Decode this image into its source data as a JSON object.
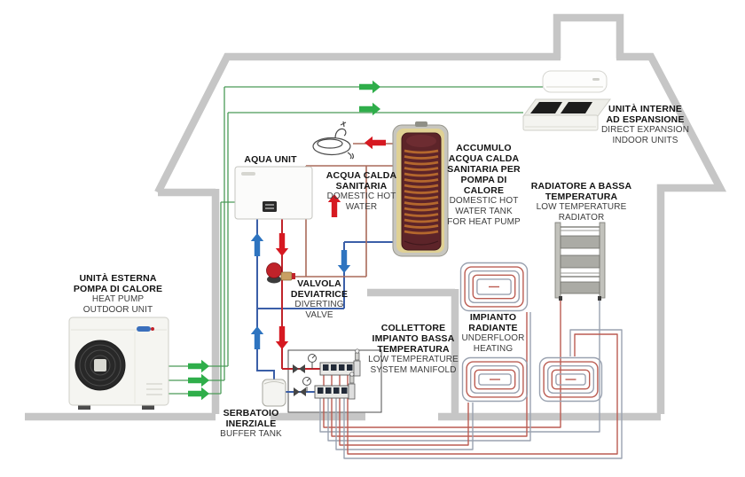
{
  "diagram_type": "heat-pump-system-schematic",
  "labels": {
    "outdoor_unit": {
      "it": [
        "UNITÀ ESTERNA",
        "POMPA DI CALORE"
      ],
      "en": [
        "HEAT PUMP",
        "OUTDOOR UNIT"
      ]
    },
    "aqua_unit": {
      "it": [
        "AQUA UNIT"
      ],
      "en": []
    },
    "dhw": {
      "it": [
        "ACQUA CALDA",
        "SANITARIA"
      ],
      "en": [
        "DOMESTIC HOT",
        "WATER"
      ]
    },
    "dhw_tank": {
      "it": [
        "ACCUMULO",
        "ACQUA CALDA",
        "SANITARIA PER",
        "POMPA DI",
        "CALORE"
      ],
      "en": [
        "DOMESTIC HOT",
        "WATER TANK",
        "FOR HEAT PUMP"
      ]
    },
    "indoor_units": {
      "it": [
        "UNITÀ INTERNE",
        "AD ESPANSIONE"
      ],
      "en": [
        "DIRECT EXPANSION",
        "INDOOR UNITS"
      ]
    },
    "radiator": {
      "it": [
        "RADIATORE A BASSA",
        "TEMPERATURA"
      ],
      "en": [
        "LOW TEMPERATURE",
        "RADIATOR"
      ]
    },
    "diverting_valve": {
      "it": [
        "VALVOLA",
        "DEVIATRICE"
      ],
      "en": [
        "DIVERTING",
        "VALVE"
      ]
    },
    "manifold": {
      "it": [
        "COLLETTORE",
        "IMPIANTO BASSA",
        "TEMPERATURA"
      ],
      "en": [
        "LOW TEMPERATURE",
        "SYSTEM MANIFOLD"
      ]
    },
    "underfloor": {
      "it": [
        "IMPIANTO",
        "RADIANTE"
      ],
      "en": [
        "UNDERFLOOR",
        "HEATING"
      ]
    },
    "buffer_tank": {
      "it": [
        "SERBATOIO",
        "INERZIALE"
      ],
      "en": [
        "BUFFER TANK"
      ]
    }
  },
  "colors": {
    "house_gray": "#c6c6c6",
    "green_line": "#4a9b57",
    "green_arrow": "#2fae4a",
    "red": "#c0232a",
    "red_arrow": "#d61921",
    "blue": "#3b5fa8",
    "blue_arrow": "#2e74c0",
    "tan_pipe": "#aa6a5a",
    "loop_red": "#bb5c52",
    "loop_gray": "#9aa2b0",
    "tank_maroon": "#5d2429",
    "tank_insulation": "#e0d194",
    "coil_copper": "#b4672d"
  }
}
